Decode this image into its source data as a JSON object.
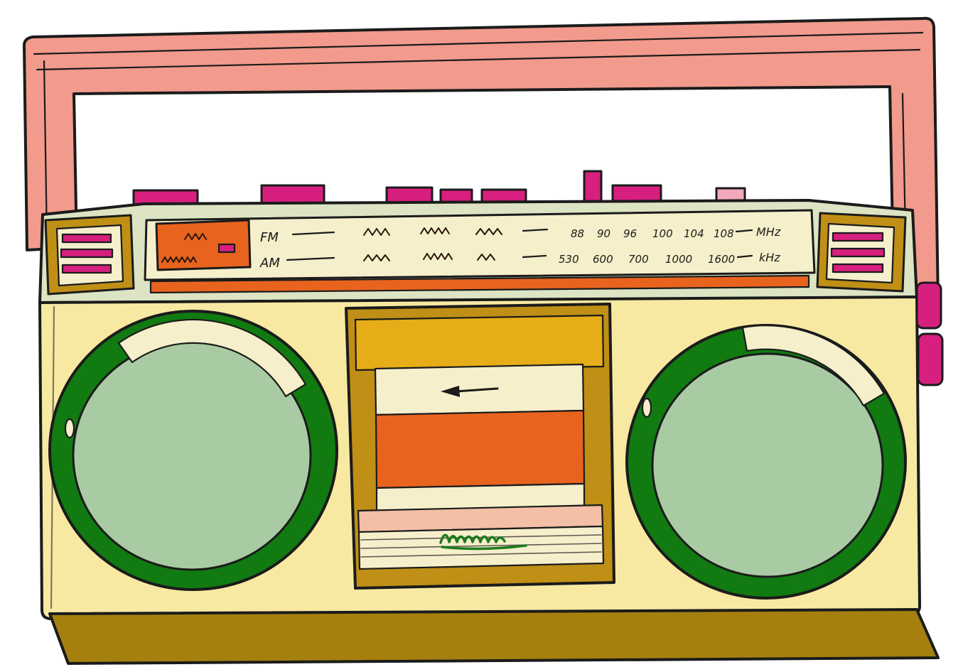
{
  "illustration": {
    "description": "Hand-drawn cartoon boombox radio cassette player with carry handle, two round speakers, center cassette deck and tuner dial",
    "tuner": {
      "fm_label": "FM",
      "am_label": "AM",
      "fm_unit": "MHz",
      "am_unit": "kHz",
      "fm_ticks": [
        "88",
        "90",
        "96",
        "100",
        "104",
        "108"
      ],
      "am_ticks": [
        "530",
        "600",
        "700",
        "1000",
        "1600"
      ]
    },
    "icons": {
      "cassette_direction_arrow": "left-arrow"
    },
    "colors": {
      "handle": "#f29a8c",
      "body": "#f8e9a2",
      "panel": "#dce4c3",
      "magenta": "#d61f7e",
      "pink_light": "#f2a9bb",
      "orange": "#e8641e",
      "cream": "#f6efcb",
      "gold": "#bf8f16",
      "mustard": "#e6ad18",
      "green_ring": "#117a11",
      "sage": "#a9cba4",
      "scribble_green": "#1e7a1e",
      "salmon_strip": "#f3bfa6",
      "base": "#a5800f",
      "outline": "#1b1b1b"
    }
  }
}
